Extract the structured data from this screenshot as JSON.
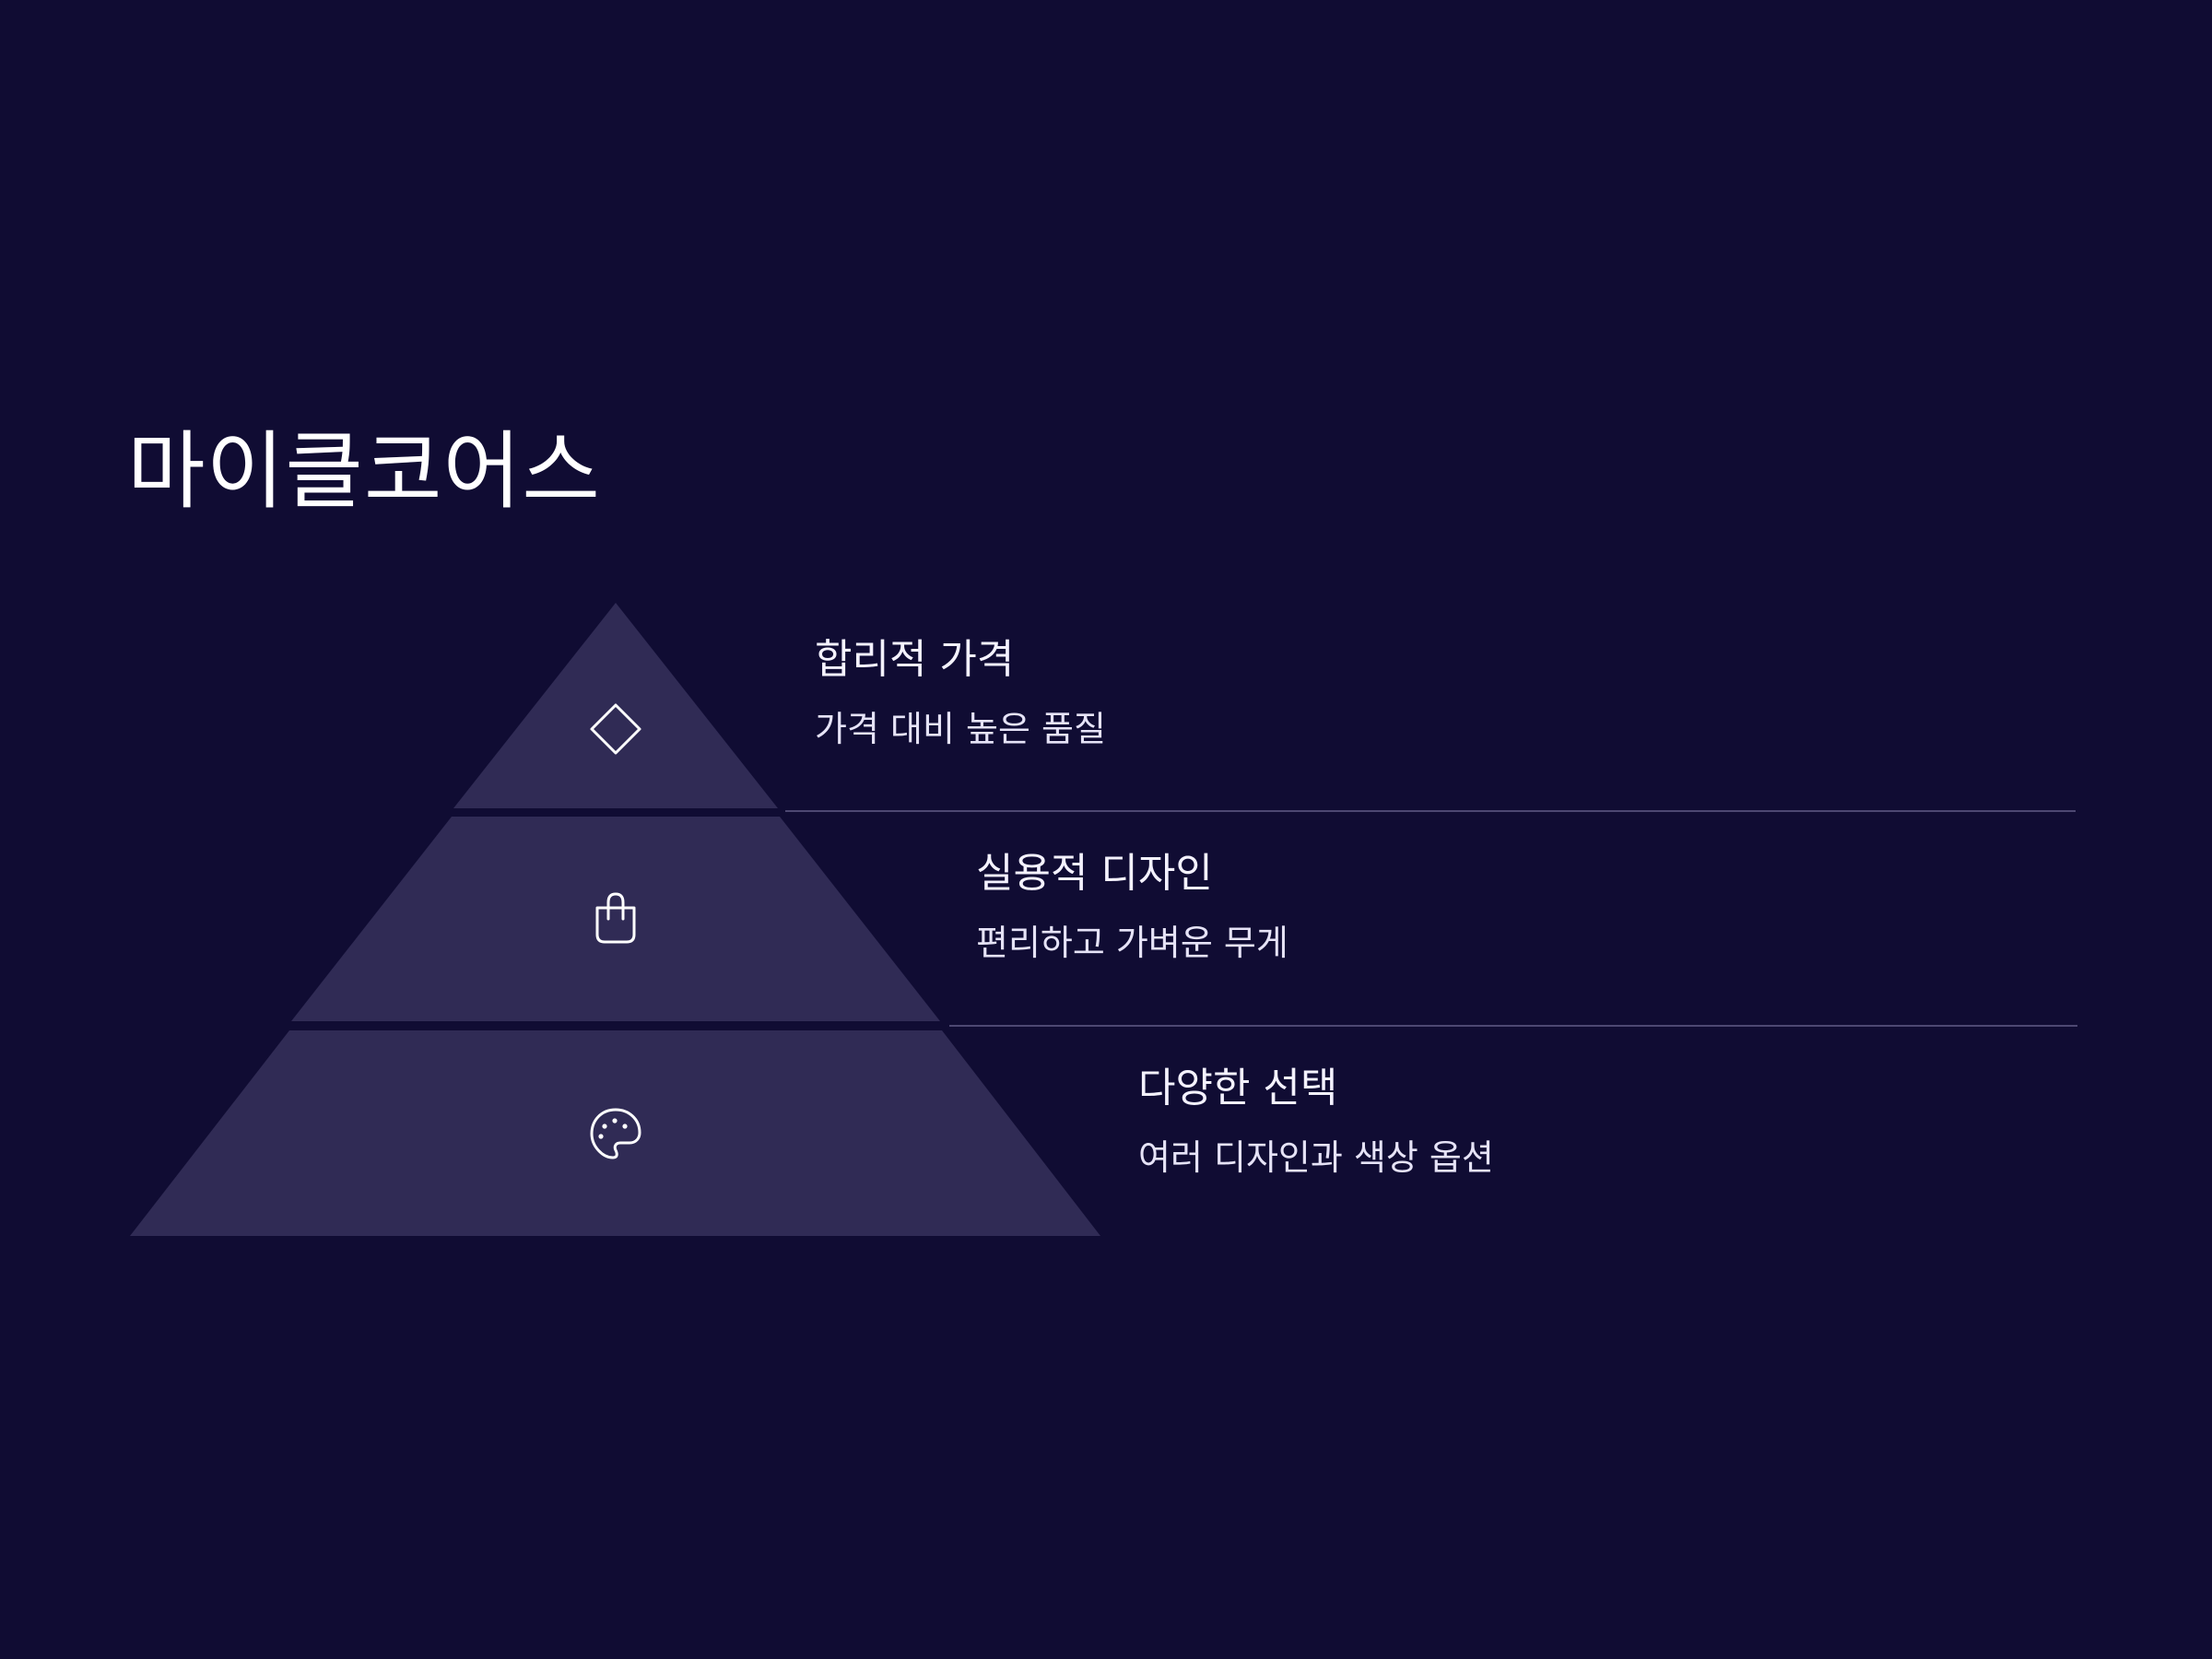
{
  "title": "마이클코어스",
  "colors": {
    "background": "#100c33",
    "tier_fill": "#302b55",
    "divider": "#4d4872",
    "text": "#f4f2ff",
    "icon_stroke": "#ffffff"
  },
  "tiers": [
    {
      "heading": "합리적 가격",
      "description": "가격 대비 높은 품질",
      "icon": "diamond-icon"
    },
    {
      "heading": "실용적 디자인",
      "description": "편리하고 가벼운 무게",
      "icon": "shopping-bag-icon"
    },
    {
      "heading": "다양한 선택",
      "description": "여러 디자인과 색상 옵션",
      "icon": "palette-icon"
    }
  ]
}
